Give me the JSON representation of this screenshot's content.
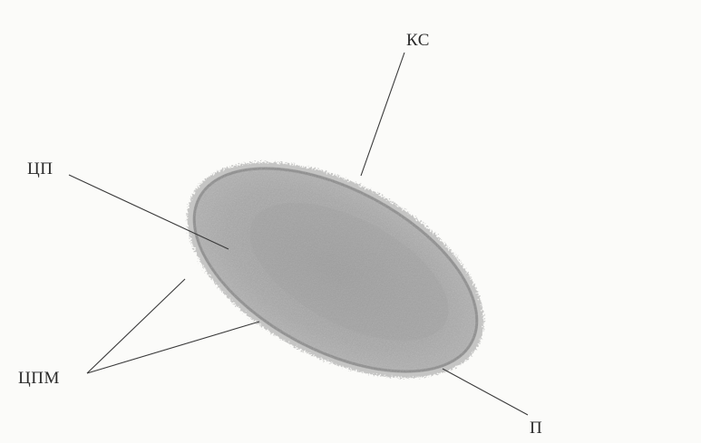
{
  "labels": {
    "cell_wall": "КС",
    "cytoplasm": "ЦП",
    "cytoplasmic_membrane": "ЦПМ",
    "pili": "П"
  },
  "colors": {
    "background": "#fbfbf9",
    "cell_outer": "#8f8f8f",
    "cell_inner": "#a9a9a9",
    "leader_line": "#3a3a3a",
    "text": "#2a2a2a"
  }
}
